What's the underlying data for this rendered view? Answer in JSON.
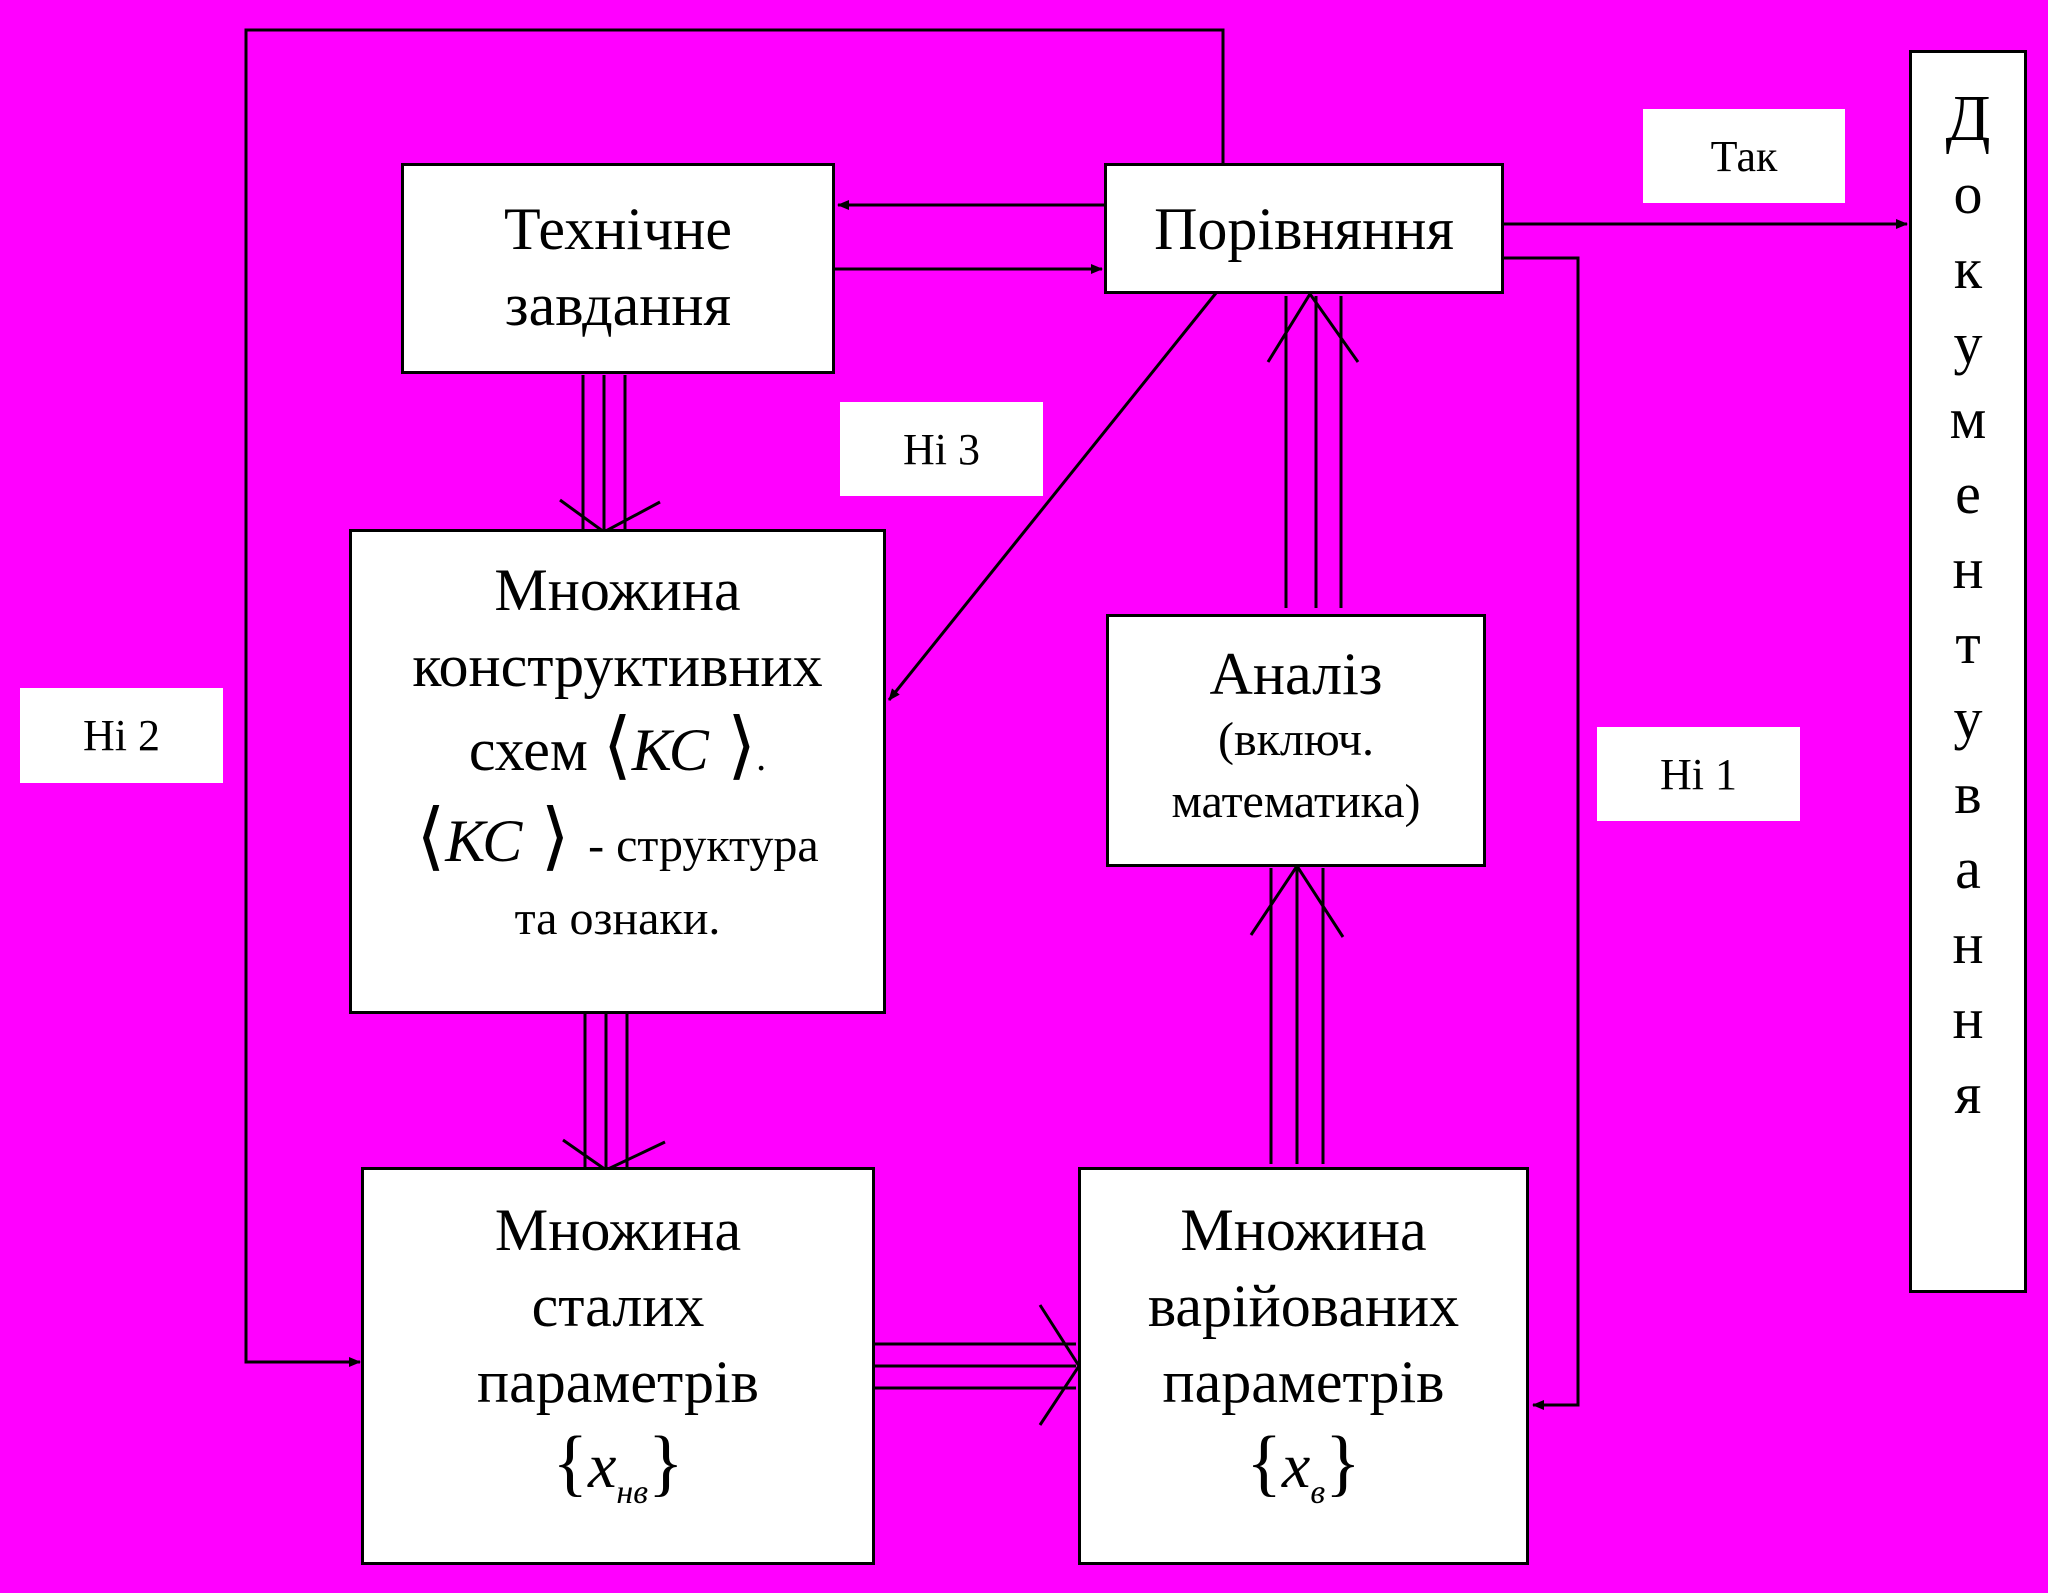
{
  "colors": {
    "background": "#ff00ff",
    "box_fill": "#ffffff",
    "line": "#000000"
  },
  "boxes": {
    "tz": [
      "Технічне",
      "завдання"
    ],
    "comparison": "Порівняння",
    "ks_set": {
      "line1": "Множина",
      "line2": "конструктивних",
      "line3_prefix": "схем",
      "ks_symbol": "КС",
      "line3_suffix": ".",
      "line4_suffix": "- структура",
      "line5": "та ознаки."
    },
    "analysis": [
      "Аналіз",
      "(включ.",
      "математика)"
    ],
    "const_params": {
      "lines": [
        "Множина",
        "сталих",
        "параметрів"
      ],
      "var": "x",
      "sub": "нв"
    },
    "var_params": {
      "lines": [
        "Множина",
        "варійованих",
        "параметрів"
      ],
      "var": "x",
      "sub": "в"
    },
    "documentation": [
      "Д",
      "о",
      "к",
      "у",
      "м",
      "е",
      "н",
      "т",
      "у",
      "в",
      "а",
      "н",
      "н",
      "я"
    ]
  },
  "edge_labels": {
    "yes": "Так",
    "no1": "Ні 1",
    "no2": "Ні 2",
    "no3": "Ні 3"
  }
}
